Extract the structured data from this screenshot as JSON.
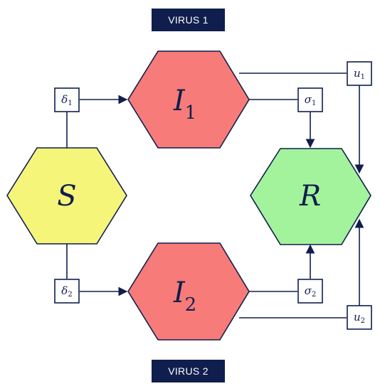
{
  "labels": {
    "virus1": "VIRUS 1",
    "virus2": "VIRUS 2"
  },
  "nodes": {
    "S": {
      "main": "S",
      "sub": ""
    },
    "I1": {
      "main": "I",
      "sub": "1"
    },
    "I2": {
      "main": "I",
      "sub": "2"
    },
    "R": {
      "main": "R",
      "sub": ""
    }
  },
  "params": {
    "delta1": {
      "main": "δ",
      "sub": "1"
    },
    "delta2": {
      "main": "δ",
      "sub": "2"
    },
    "sigma1": {
      "main": "σ",
      "sub": "1"
    },
    "sigma2": {
      "main": "σ",
      "sub": "2"
    },
    "u1": {
      "main": "u",
      "sub": "1"
    },
    "u2": {
      "main": "u",
      "sub": "2"
    }
  },
  "colors": {
    "banner": "#0f1e4d",
    "line": "#0f1e4d",
    "S_fill": "#f5f57a",
    "I_fill": "#f77b79",
    "R_fill": "#a3f39c"
  }
}
